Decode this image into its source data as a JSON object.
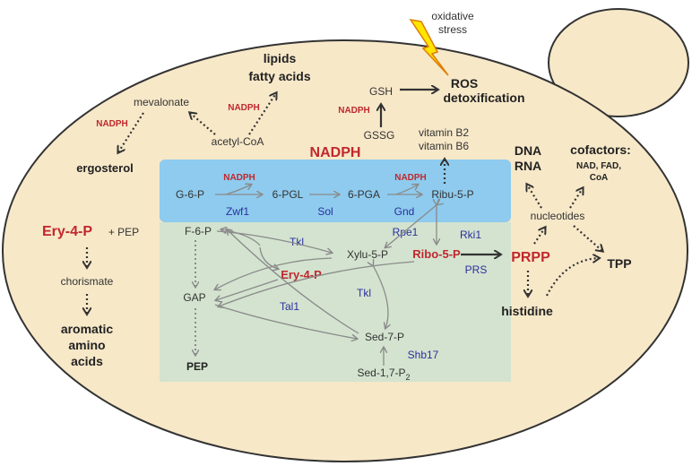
{
  "top_labels": {
    "oxidative_stress_1": "oxidative",
    "oxidative_stress_2": "stress",
    "lipids": "lipids",
    "fatty_acids": "fatty acids",
    "ros": "ROS",
    "detox": "detoxification",
    "mevalonate": "mevalonate",
    "nadph_mev": "NADPH",
    "nadph_lip": "NADPH",
    "acetyl_coa": "acetyl-CoA",
    "ergosterol": "ergosterol",
    "gsh": "GSH",
    "gssg": "GSSG",
    "nadph_gsh": "NADPH",
    "vitamin_b2": "vitamin B2",
    "vitamin_b6": "vitamin B6",
    "nadph_center": "NADPH"
  },
  "oxidative_branch": {
    "g6p": "G-6-P",
    "nadph1": "NADPH",
    "zwf1": "Zwf1",
    "pgl": "6-PGL",
    "sol": "Sol",
    "pga": "6-PGA",
    "nadph2": "NADPH",
    "gnd": "Gnd",
    "ribu5p": "Ribu-5-P"
  },
  "non_oxidative": {
    "f6p": "F-6-P",
    "tkl1": "Tkl",
    "rpe1": "Rpe1",
    "rki1": "Rki1",
    "xylu5p": "Xylu-5-P",
    "ery4p": "Ery-4-P",
    "ribo5p": "Ribo-5-P",
    "prs": "PRS",
    "gap": "GAP",
    "tal1": "Tal1",
    "tkl2": "Tkl",
    "sed7p": "Sed-7-P",
    "shb17": "Shb17",
    "sed17p": "Sed-1,7-P",
    "sed17p_sub": "2",
    "pep": "PEP"
  },
  "left_branch": {
    "ery4p": "Ery-4-P",
    "plus_pep": "+ PEP",
    "chorismate": "chorismate",
    "aromatic": "aromatic",
    "amino": "amino",
    "acids": "acids"
  },
  "right_branch": {
    "dna": "DNA",
    "rna": "RNA",
    "cofactors": "cofactors:",
    "cofactors_list1": "NAD, FAD,",
    "cofactors_list2": "CoA",
    "nucleotides": "nucleotides",
    "prpp": "PRPP",
    "tpp": "TPP",
    "histidine": "histidine"
  },
  "colors": {
    "cell_fill": "#f7e8c8",
    "cell_stroke": "#333333",
    "blue_box": "#8ecbee",
    "green_box": "#d3e3cf",
    "red": "#c0282d",
    "enzyme": "#2b2f9e",
    "lightning": "#ffe600"
  }
}
